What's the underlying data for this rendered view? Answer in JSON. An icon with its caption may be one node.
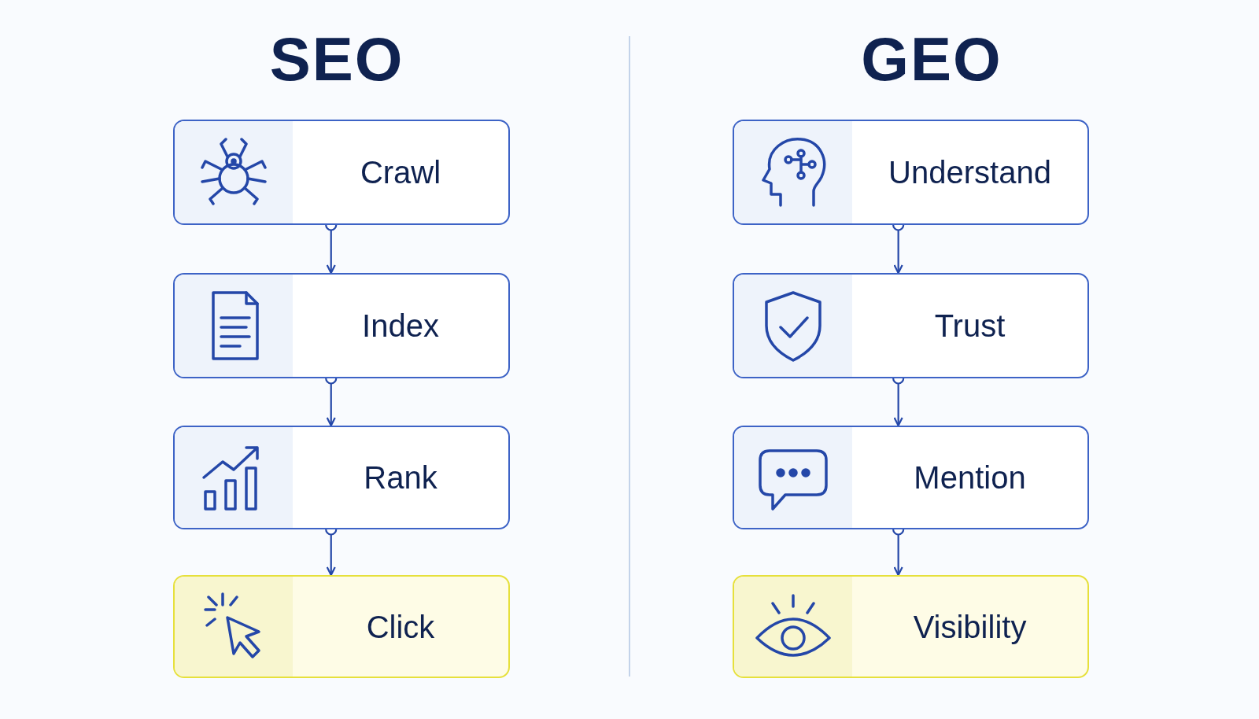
{
  "diagram": {
    "nodes": [
      {
        "text": [
          "Crawl"
        ]
      },
      {
        "text": [
          "Index"
        ]
      },
      {
        "text": [
          "Rank"
        ]
      },
      {
        "text": [
          "Click"
        ]
      },
      {
        "text": [
          "Understand"
        ]
      },
      {
        "text": [
          "Trust"
        ]
      },
      {
        "text": [
          "Mention"
        ]
      },
      {
        "text": [
          "Visibility"
        ]
      }
    ],
    "edges": [
      {
        "from": 0,
        "to": 1,
        "arrow": "to"
      },
      {
        "from": 1,
        "to": 2,
        "arrow": "to"
      },
      {
        "from": 2,
        "to": 3,
        "arrow": "to"
      },
      {
        "from": 4,
        "to": 5,
        "arrow": "to"
      },
      {
        "from": 5,
        "to": 6,
        "arrow": "to"
      },
      {
        "from": 6,
        "to": 7,
        "arrow": "to"
      }
    ],
    "labels": [
      "SEO",
      "GEO"
    ]
  }
}
